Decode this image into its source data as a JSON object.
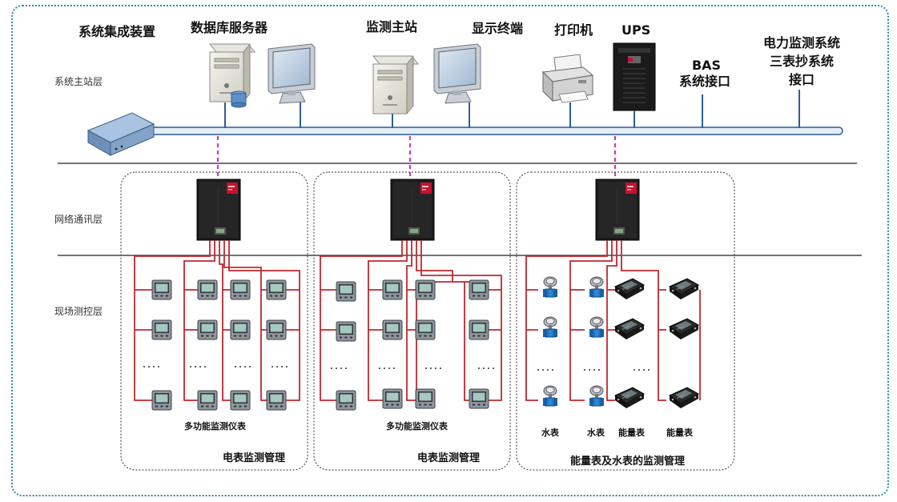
{
  "layers": {
    "station": "系统主站层",
    "network": "网络通讯层",
    "field": "现场测控层"
  },
  "devices": {
    "integration": "系统集成装置",
    "db_server": "数据库服务器",
    "monitor_station": "监测主站",
    "display_terminal": "显示终端",
    "printer": "打印机",
    "ups": "UPS",
    "bas_line1": "BAS",
    "bas_line2": "系统接口",
    "power_line1": "电力监测系统",
    "power_line2": "三表抄系统",
    "power_line3": "接口"
  },
  "zones": {
    "z1_meter_label": "多功能监测仪表",
    "z1_title": "电表监测管理",
    "z2_meter_label": "多功能监测仪表",
    "z2_title": "电表监测管理",
    "z3_water1": "水表",
    "z3_water2": "水表",
    "z3_energy1": "能量表",
    "z3_energy2": "能量表",
    "z3_title": "能量表及水表的监测管理"
  },
  "colors": {
    "frame": "#2b8aa0",
    "bus": "#2c5d9b",
    "field_wire": "#c0282e",
    "link": "#d43aa8",
    "cabinet": "#1c1c1c",
    "cabinet_accent": "#c8102e"
  }
}
